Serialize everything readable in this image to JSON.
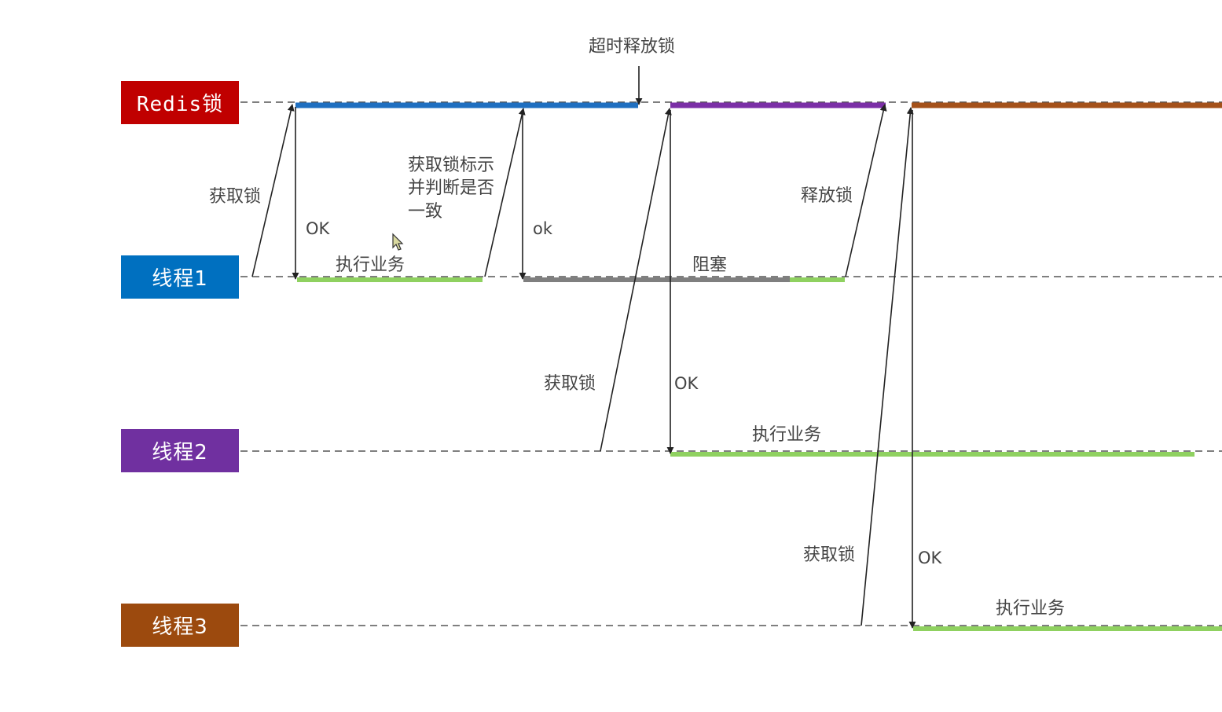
{
  "lanes": {
    "redis": {
      "label": "Redis锁",
      "color": "#c00000"
    },
    "thread1": {
      "label": "线程1",
      "color": "#0070c0"
    },
    "thread2": {
      "label": "线程2",
      "color": "#7030a0"
    },
    "thread3": {
      "label": "线程3",
      "color": "#9c4a0e"
    }
  },
  "colors": {
    "dash_line": "#555555",
    "arrow": "#222222",
    "lock_thread1": "#1f6fc0",
    "lock_thread2": "#7b2fa6",
    "lock_thread3": "#a4511a",
    "business": "#8fd160",
    "blocked": "#7f7f7f"
  },
  "labels": {
    "timeout_release": "超时释放锁",
    "t1_acquire": "获取锁",
    "t1_ok": "OK",
    "t1_business": "执行业务",
    "t1_check_line1": "获取锁标示",
    "t1_check_line2": "并判断是否",
    "t1_check_line3": "一致",
    "t1_ok2": "ok",
    "t1_blocked": "阻塞",
    "t1_release": "释放锁",
    "t2_acquire": "获取锁",
    "t2_ok": "OK",
    "t2_business": "执行业务",
    "t3_acquire": "获取锁",
    "t3_ok": "OK",
    "t3_business": "执行业务"
  },
  "icons": {
    "cursor": "mouse-pointer-icon"
  }
}
